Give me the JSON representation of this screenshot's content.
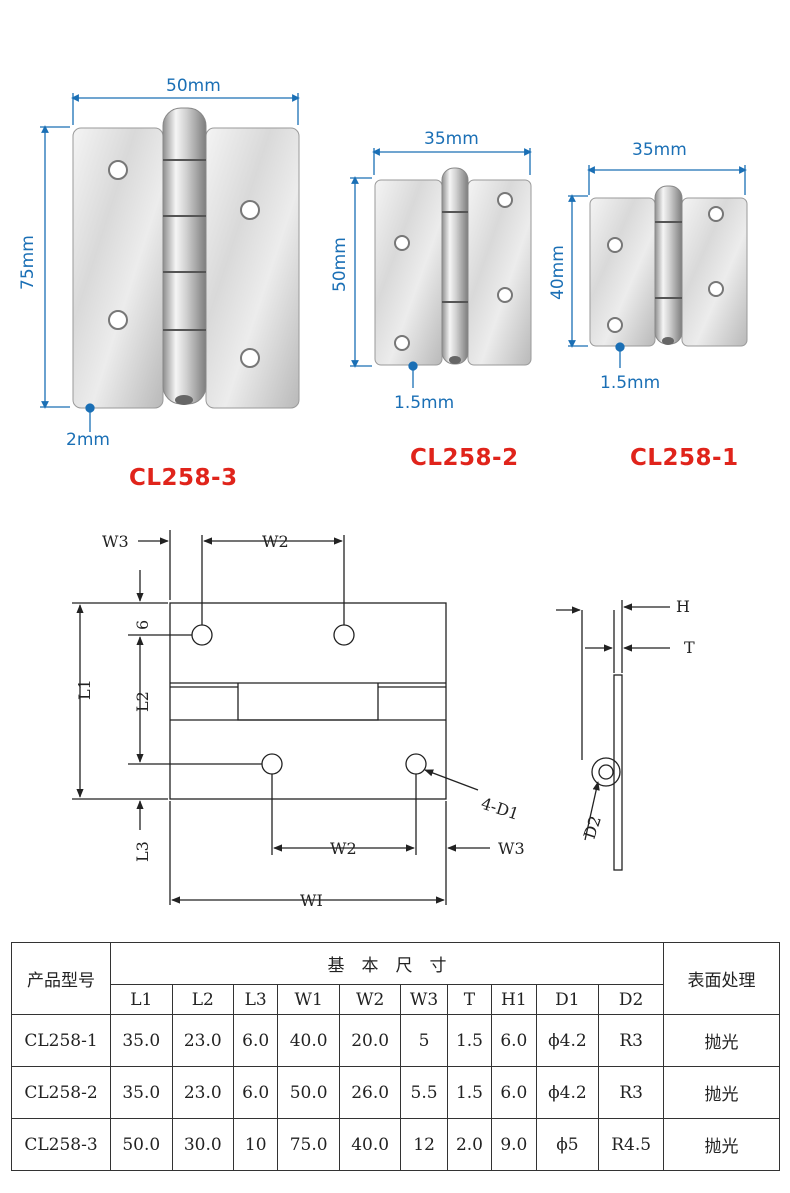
{
  "photos": {
    "large": {
      "width": "50mm",
      "height": "75mm",
      "thickness": "2mm",
      "model": "CL258-3"
    },
    "medium": {
      "width": "35mm",
      "height": "50mm",
      "thickness": "1.5mm",
      "model": "CL258-2"
    },
    "small": {
      "width": "35mm",
      "height": "40mm",
      "thickness": "1.5mm",
      "model": "CL258-1"
    }
  },
  "drawing": {
    "labels": {
      "w3_top": "W3",
      "w2_top": "W2",
      "six": "6",
      "l1": "L1",
      "l2": "L2",
      "l3": "L3",
      "d1": "4-D1",
      "w2_bottom": "W2",
      "w3_bottom": "W3",
      "w1": "WI",
      "h": "H",
      "t": "T",
      "d2": "D2"
    }
  },
  "table": {
    "model_header": "产品型号",
    "group_header": "基　本　尺　寸",
    "finish_header": "表面处理",
    "columns": [
      "L1",
      "L2",
      "L3",
      "W1",
      "W2",
      "W3",
      "T",
      "H1",
      "D1",
      "D2"
    ],
    "rows": [
      {
        "model": "CL258-1",
        "values": [
          "35.0",
          "23.0",
          "6.0",
          "40.0",
          "20.0",
          "5",
          "1.5",
          "6.0",
          "ϕ4.2",
          "R3"
        ],
        "finish": "抛光"
      },
      {
        "model": "CL258-2",
        "values": [
          "35.0",
          "23.0",
          "6.0",
          "50.0",
          "26.0",
          "5.5",
          "1.5",
          "6.0",
          "ϕ4.2",
          "R3"
        ],
        "finish": "抛光"
      },
      {
        "model": "CL258-3",
        "values": [
          "50.0",
          "30.0",
          "10",
          "75.0",
          "40.0",
          "12",
          "2.0",
          "9.0",
          "ϕ5",
          "R4.5"
        ],
        "finish": "抛光"
      }
    ]
  },
  "colors": {
    "dimension": "#1a6fb5",
    "model": "#e0241b",
    "line": "#222222"
  }
}
